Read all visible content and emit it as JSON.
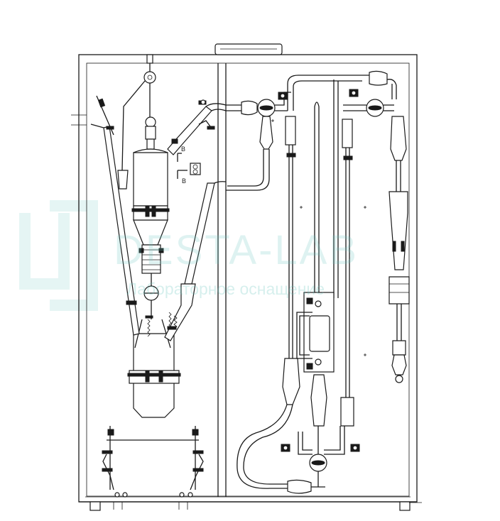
{
  "drawing": {
    "section_labels": [
      "B",
      "B"
    ]
  },
  "watermark": {
    "brand": "DESTA-LAB",
    "tagline": "Лабораторное оснащение",
    "color": "#6fc9c2"
  }
}
